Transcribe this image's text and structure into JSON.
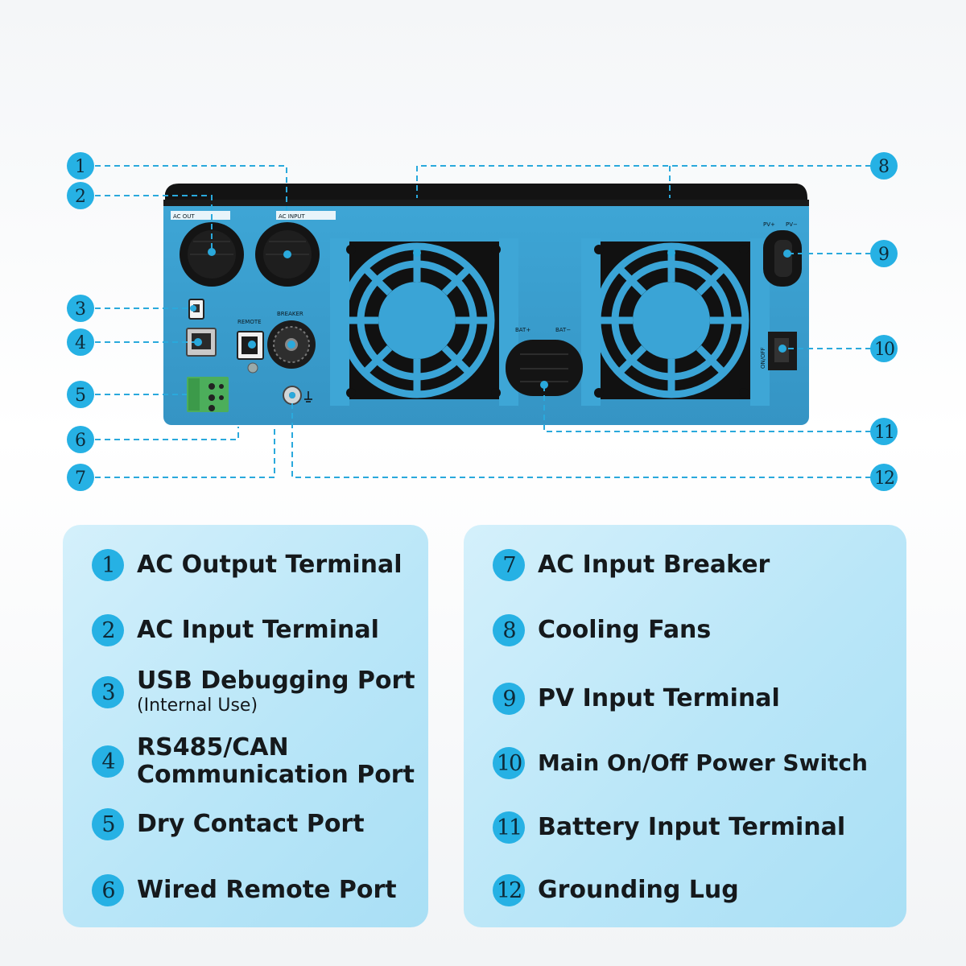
{
  "callouts": [
    "1",
    "2",
    "3",
    "4",
    "5",
    "6",
    "7",
    "8",
    "9",
    "10",
    "11",
    "12"
  ],
  "device_labels": {
    "ac_out": "AC OUT",
    "ac_in": "AC INPUT",
    "remote": "REMOTE",
    "breaker": "BREAKER",
    "bat_pos": "BAT+",
    "bat_neg": "BAT−",
    "pv_pos": "PV+",
    "pv_neg": "PV−",
    "on_off": "ON/OFF"
  },
  "legend": {
    "left": [
      {
        "num": "1",
        "text": "AC Output Terminal"
      },
      {
        "num": "2",
        "text": "AC Input Terminal"
      },
      {
        "num": "3",
        "text": "USB Debugging Port",
        "sub": "(Internal Use)"
      },
      {
        "num": "4",
        "text": "RS485/CAN",
        "text2": "Communication Port"
      },
      {
        "num": "5",
        "text": "Dry Contact Port"
      },
      {
        "num": "6",
        "text": "Wired Remote Port"
      }
    ],
    "right": [
      {
        "num": "7",
        "text": "AC Input Breaker"
      },
      {
        "num": "8",
        "text": "Cooling Fans"
      },
      {
        "num": "9",
        "text": "PV Input Terminal"
      },
      {
        "num": "10",
        "text": "Main On/Off Power Switch"
      },
      {
        "num": "11",
        "text": "Battery Input Terminal"
      },
      {
        "num": "12",
        "text": "Grounding Lug"
      }
    ]
  },
  "colors": {
    "badge": "#26b1e4",
    "device_body": "#3a9fd0",
    "device_top": "#151515",
    "line": "#2aa9dc"
  }
}
